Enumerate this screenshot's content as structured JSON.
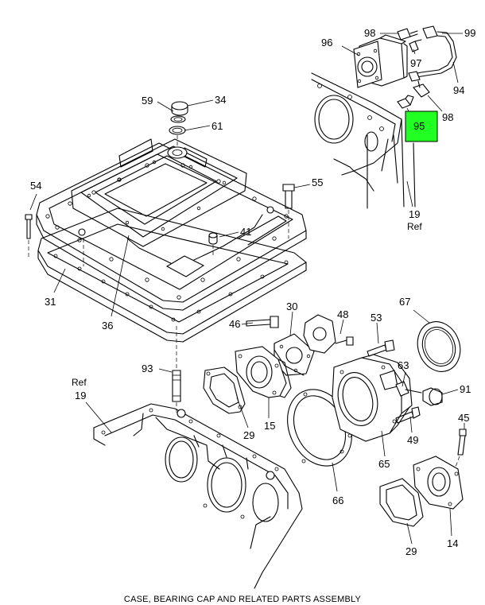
{
  "caption": "CASE, BEARING CAP AND RELATED PARTS ASSEMBLY",
  "highlight_color": "#22ff22",
  "highlighted_part": "95",
  "callouts": {
    "c98a": "98",
    "c99": "99",
    "c96": "96",
    "c97": "97",
    "c94": "94",
    "c95": "95",
    "c98b": "98",
    "c19a": "19",
    "c19a_ref": "Ref",
    "c59": "59",
    "c34": "34",
    "c61": "61",
    "c54": "54",
    "c55": "55",
    "c41": "41",
    "c31": "31",
    "c36": "36",
    "c30": "30",
    "c48": "48",
    "c46": "46",
    "c53": "53",
    "c67": "67",
    "c63": "63",
    "c91": "91",
    "c93": "93",
    "c19b_ref": "Ref",
    "c19b": "19",
    "c29a": "29",
    "c15": "15",
    "c49": "49",
    "c65": "65",
    "c45": "45",
    "c66": "66",
    "c14": "14",
    "c29b": "29"
  }
}
